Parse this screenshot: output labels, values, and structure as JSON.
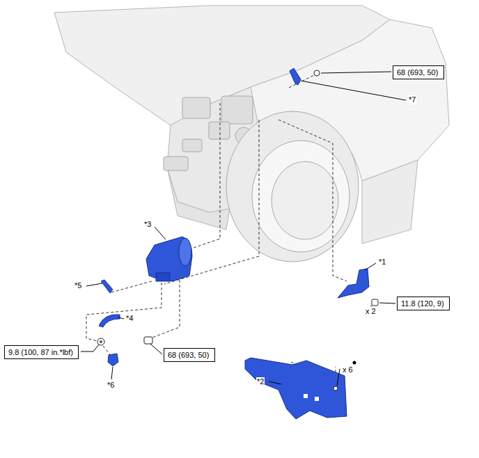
{
  "diagram": {
    "nodes": [
      {
        "text": [
          "68 (693, 50)"
        ]
      },
      {
        "text": [
          "11.8 (120, 9)"
        ]
      },
      {
        "text": [
          "9.8 (100, 87 in.*lbf)"
        ]
      },
      {
        "text": [
          "68 (693, 50)"
        ]
      }
    ],
    "edges": [],
    "labels": [
      "*7",
      "*3",
      "*1",
      "*5",
      "*4",
      "x 2",
      "*6",
      "*2",
      "x 6"
    ]
  }
}
